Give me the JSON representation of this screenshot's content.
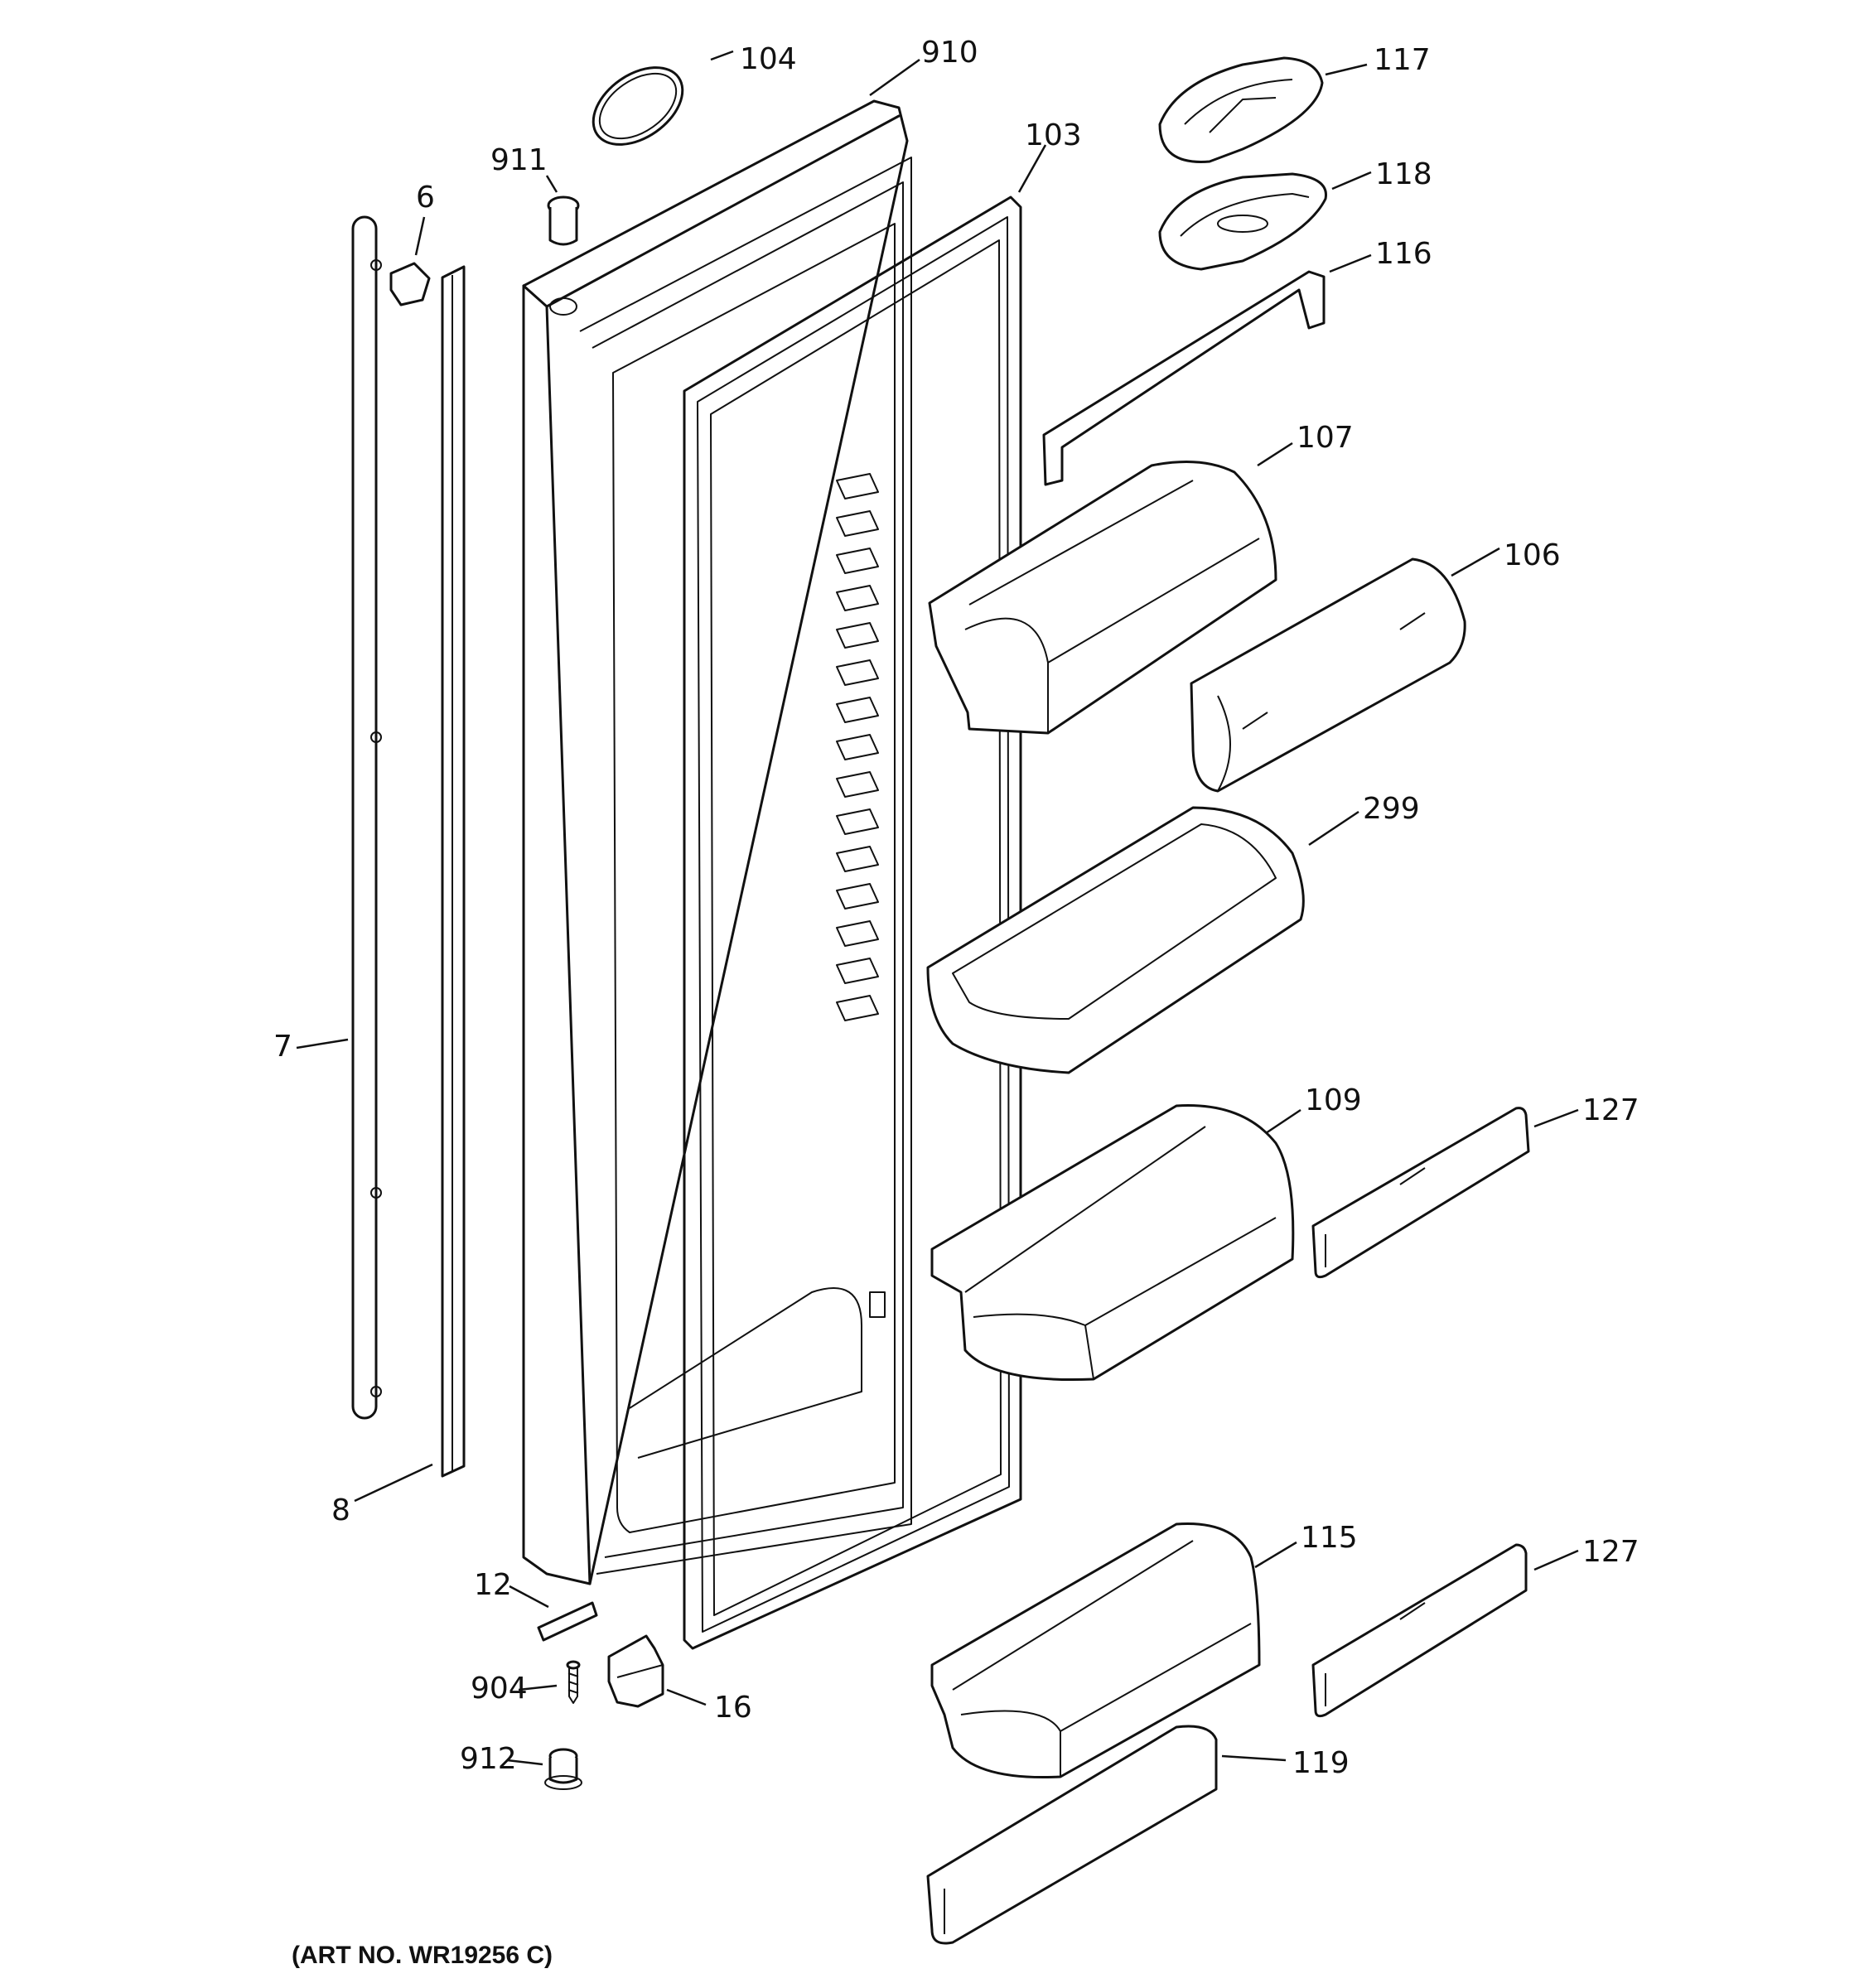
{
  "art_number": "(ART NO. WR19256 C)",
  "labels": [
    {
      "id": "104",
      "text": "104"
    },
    {
      "id": "910",
      "text": "910"
    },
    {
      "id": "103",
      "text": "103"
    },
    {
      "id": "911",
      "text": "911"
    },
    {
      "id": "6",
      "text": "6"
    },
    {
      "id": "117",
      "text": "117"
    },
    {
      "id": "118",
      "text": "118"
    },
    {
      "id": "116",
      "text": "116"
    },
    {
      "id": "107",
      "text": "107"
    },
    {
      "id": "106",
      "text": "106"
    },
    {
      "id": "299",
      "text": "299"
    },
    {
      "id": "7",
      "text": "7"
    },
    {
      "id": "109",
      "text": "109"
    },
    {
      "id": "127a",
      "text": "127"
    },
    {
      "id": "8",
      "text": "8"
    },
    {
      "id": "115",
      "text": "115"
    },
    {
      "id": "127b",
      "text": "127"
    },
    {
      "id": "12",
      "text": "12"
    },
    {
      "id": "904",
      "text": "904"
    },
    {
      "id": "16",
      "text": "16"
    },
    {
      "id": "912",
      "text": "912"
    },
    {
      "id": "119",
      "text": "119"
    }
  ]
}
